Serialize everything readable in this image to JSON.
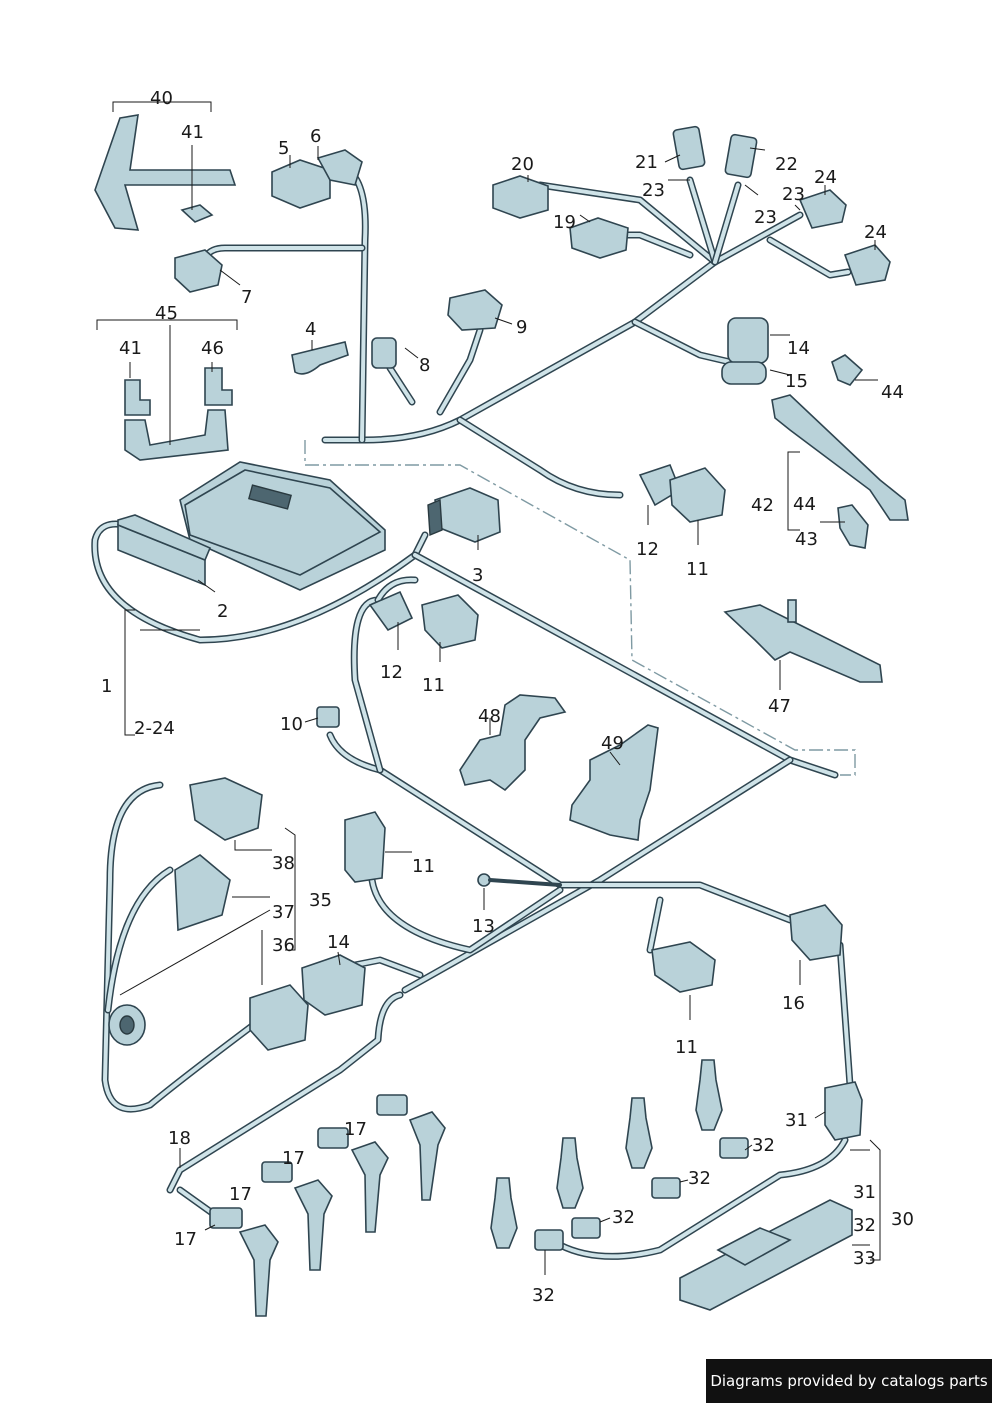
{
  "footer": {
    "text": "Diagrams provided by catalogs parts"
  },
  "callouts": {
    "c1": "1",
    "c2": "2",
    "c2_24": "2-24",
    "c3": "3",
    "c4": "4",
    "c5": "5",
    "c6": "6",
    "c7": "7",
    "c8": "8",
    "c9": "9",
    "c10": "10",
    "c11": "11",
    "c12": "12",
    "c13": "13",
    "c14": "14",
    "c15": "15",
    "c16": "16",
    "c17": "17",
    "c18": "18",
    "c19": "19",
    "c20": "20",
    "c21": "21",
    "c22": "22",
    "c23": "23",
    "c24": "24",
    "c30": "30",
    "c31": "31",
    "c32": "32",
    "c33": "33",
    "c35": "35",
    "c36": "36",
    "c37": "37",
    "c38": "38",
    "c40": "40",
    "c41": "41",
    "c42": "42",
    "c43": "43",
    "c44": "44",
    "c45": "45",
    "c46": "46",
    "c47": "47",
    "c48": "48",
    "c49": "49"
  }
}
